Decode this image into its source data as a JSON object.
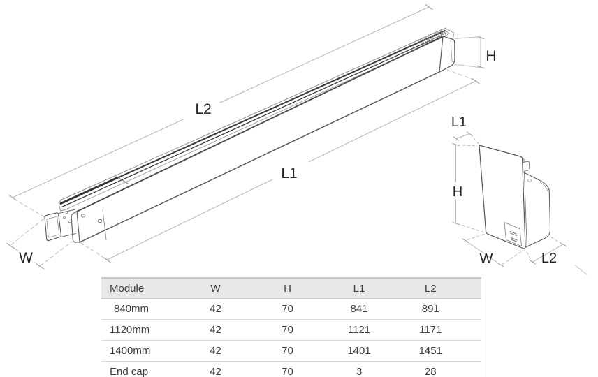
{
  "diagram": {
    "main": {
      "l2_label": "L2",
      "l1_label": "L1",
      "h_label": "H",
      "w_label": "W"
    },
    "endcap": {
      "l1_label": "L1",
      "h_label": "H",
      "w_label": "W",
      "l2_label": "L2"
    },
    "colors": {
      "drawing_line": "#565656",
      "track_dark": "#3c3c3c",
      "dimension_line": "#b4b4b4",
      "label_text": "#262626",
      "table_header_bg": "#e8e8e8"
    }
  },
  "table": {
    "columns": [
      "Module",
      "W",
      "H",
      "L1",
      "L2"
    ],
    "rows": [
      {
        "module": "840mm",
        "w": "42",
        "h": "70",
        "l1": "841",
        "l2": "891"
      },
      {
        "module": "1120mm",
        "w": "42",
        "h": "70",
        "l1": "1121",
        "l2": "1171"
      },
      {
        "module": "1400mm",
        "w": "42",
        "h": "70",
        "l1": "1401",
        "l2": "1451"
      },
      {
        "module": "End cap",
        "w": "42",
        "h": "70",
        "l1": "3",
        "l2": "28"
      }
    ]
  }
}
